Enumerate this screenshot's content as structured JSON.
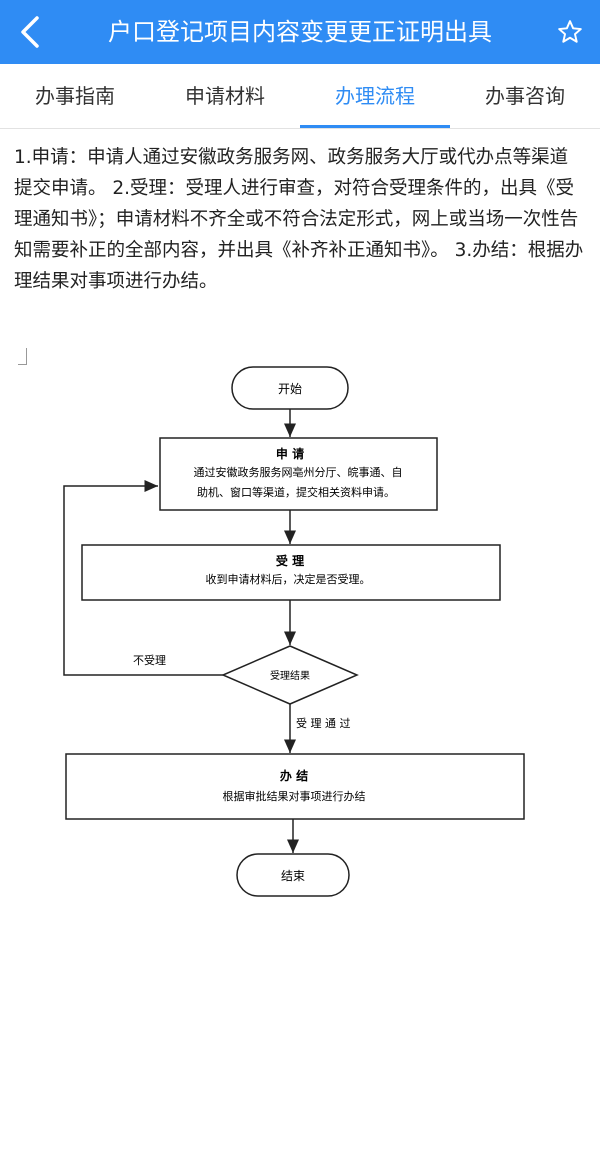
{
  "header": {
    "title": "户口登记项目内容变更更正证明出具",
    "back_icon": "chevron-left-icon",
    "favorite_icon": "star-outline-icon",
    "bg_color": "#2f8cf4"
  },
  "tabs": [
    {
      "label": "办事指南",
      "active": false
    },
    {
      "label": "申请材料",
      "active": false
    },
    {
      "label": "办理流程",
      "active": true
    },
    {
      "label": "办事咨询",
      "active": false
    }
  ],
  "process_text": "1.申请：申请人通过安徽政务服务网、政务服务大厅或代办点等渠道提交申请。 2.受理：受理人进行审查，对符合受理条件的，出具《受理通知书》；申请材料不齐全或不符合法定形式，网上或当场一次性告知需要补正的全部内容，并出具《补齐补正通知书》。 3.办结：根据办理结果对事项进行办结。",
  "flowchart": {
    "start": "开始",
    "apply_title": "申  请",
    "apply_line1": "通过安徽政务服务网亳州分厅、皖事通、自",
    "apply_line2": "助机、窗口等渠道，提交相关资料申请。",
    "accept_title": "受  理",
    "accept_desc": "收到申请材料后，决定是否受理。",
    "decision": "受理结果",
    "reject_label": "不受理",
    "pass_label": "受 理 通 过",
    "finish_title": "办  结",
    "finish_desc": "根据审批结果对事项进行办结",
    "end": "结束"
  }
}
